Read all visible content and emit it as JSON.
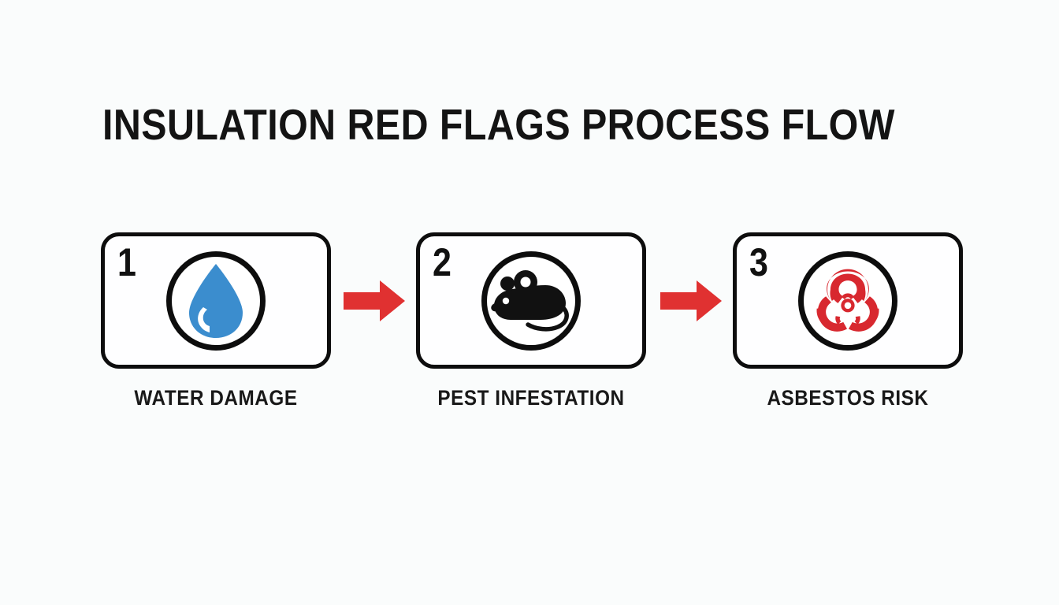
{
  "page": {
    "title": "INSULATION RED FLAGS PROCESS FLOW",
    "background_color": "#fafcfc",
    "text_color": "#141414"
  },
  "colors": {
    "outline": "#0d0d0d",
    "arrow_red": "#e03131",
    "water_blue": "#3b8dce",
    "biohazard_red": "#d8282f",
    "pest_black": "#111111",
    "card_fill": "#fefeff"
  },
  "flow": {
    "steps": [
      {
        "number": "1",
        "label": "WATER DAMAGE",
        "icon": "water-drop-icon"
      },
      {
        "number": "2",
        "label": "PEST INFESTATION",
        "icon": "mouse-icon"
      },
      {
        "number": "3",
        "label": "ASBESTOS RISK",
        "icon": "biohazard-icon"
      }
    ],
    "connectors": [
      {
        "icon": "arrow-right-icon",
        "color": "#e03131"
      },
      {
        "icon": "arrow-right-icon",
        "color": "#e03131"
      }
    ]
  }
}
